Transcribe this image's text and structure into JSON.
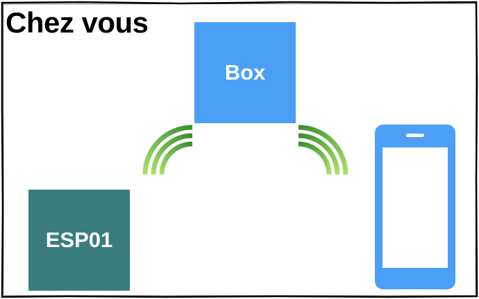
{
  "diagram": {
    "title": "Chez vous",
    "box_label": "Box",
    "esp_label": "ESP01",
    "icons": {
      "wifi_left": "wifi-signal-icon",
      "wifi_right": "wifi-signal-icon",
      "phone": "smartphone-icon"
    }
  },
  "colors": {
    "box": "#4b9ff7",
    "esp": "#3a7c7e",
    "phone": "#4b9ff7",
    "wifi_dark": "#3c8d2f",
    "wifi_light": "#a8e06a",
    "frame": "#000000"
  }
}
